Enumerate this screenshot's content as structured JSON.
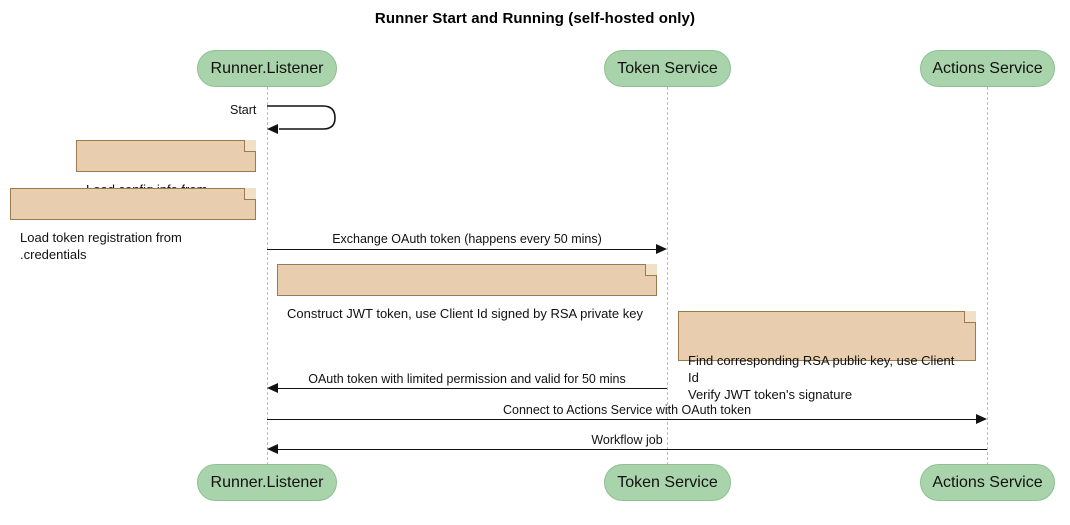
{
  "diagram": {
    "title": "Runner Start and Running (self-hosted only)",
    "type": "sequence-diagram",
    "colors": {
      "participant_fill": "#a9d4ab",
      "participant_border": "#8fbf93",
      "note_fill": "#e8cdae",
      "note_border": "#9c7a4f",
      "lifeline": "#bdbdbd",
      "arrow": "#111111",
      "background": "#ffffff"
    }
  },
  "participants": [
    {
      "id": "runner",
      "label": "Runner.Listener"
    },
    {
      "id": "token",
      "label": "Token Service"
    },
    {
      "id": "actions",
      "label": "Actions Service"
    }
  ],
  "participants_bottom": [
    {
      "id": "runner",
      "label": "Runner.Listener"
    },
    {
      "id": "token",
      "label": "Token Service"
    },
    {
      "id": "actions",
      "label": "Actions Service"
    }
  ],
  "messages": [
    {
      "id": "m1",
      "label": "Start",
      "kind": "self",
      "from": "runner",
      "to": "runner"
    },
    {
      "id": "m2",
      "label": "Exchange OAuth token (happens every 50 mins)",
      "kind": "sync",
      "direction": "right",
      "from": "runner",
      "to": "token"
    },
    {
      "id": "m3",
      "label": "OAuth token with limited permission and valid for 50 mins",
      "kind": "sync",
      "direction": "left",
      "from": "token",
      "to": "runner"
    },
    {
      "id": "m4",
      "label": "Connect to Actions Service with OAuth token",
      "kind": "sync",
      "direction": "right",
      "from": "runner",
      "to": "actions"
    },
    {
      "id": "m5",
      "label": "Workflow job",
      "kind": "sync",
      "direction": "left",
      "from": "actions",
      "to": "runner"
    }
  ],
  "notes": [
    {
      "id": "n1",
      "text": "Load config info from .runner",
      "attached_to": "runner"
    },
    {
      "id": "n2",
      "text": "Load token registration from .credentials",
      "attached_to": "runner"
    },
    {
      "id": "n3",
      "text": "Construct JWT token, use Client Id signed by RSA private key",
      "attached_to": "runner"
    },
    {
      "id": "n4",
      "text": "Find corresponding RSA public key, use Client Id\nVerify JWT token's signature",
      "attached_to": "token"
    }
  ]
}
